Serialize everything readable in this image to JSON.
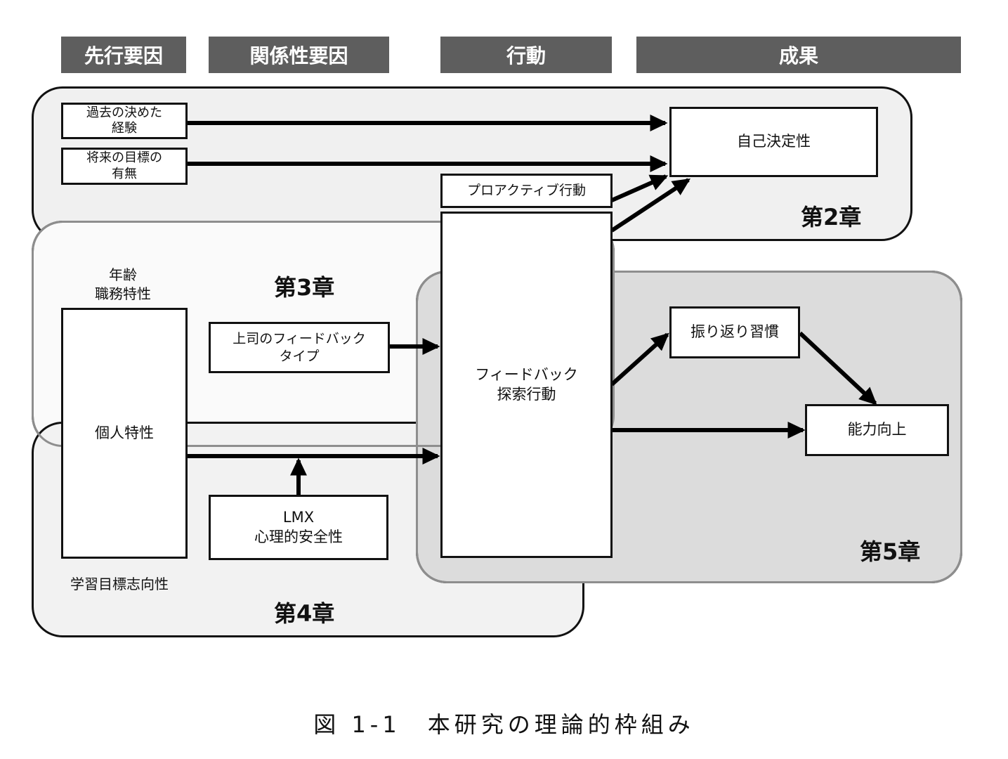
{
  "headers": {
    "antecedents": "先行要因",
    "relational": "関係性要因",
    "behavior": "行動",
    "outcomes": "成果"
  },
  "chapters": {
    "ch2": "第2章",
    "ch3": "第3章",
    "ch4": "第4章",
    "ch5": "第5章"
  },
  "boxes": {
    "past_decision": "過去の決めた\n経験",
    "future_goal": "将来の目標の\n有無",
    "self_determination": "自己決定性",
    "proactive": "プロアクティブ行動",
    "personal_traits": "個人特性",
    "supervisor_feedback": "上司のフィードバック\nタイプ",
    "lmx": "LMX\n心理的安全性",
    "feedback_seeking": "フィードバック\n探索行動",
    "reflection": "振り返り習慣",
    "ability": "能力向上"
  },
  "labels": {
    "age_job": "年齢\n職務特性",
    "learning_goal": "学習目標志向性"
  },
  "colors": {
    "header_bg": "#5e5e5e",
    "ch2_region": "#f0f0f0",
    "ch3_region": "#fafafa",
    "ch4_region": "#f2f2f2",
    "ch5_region": "#dcdcdc"
  },
  "caption": "図 1-1　本研究の理論的枠組み"
}
